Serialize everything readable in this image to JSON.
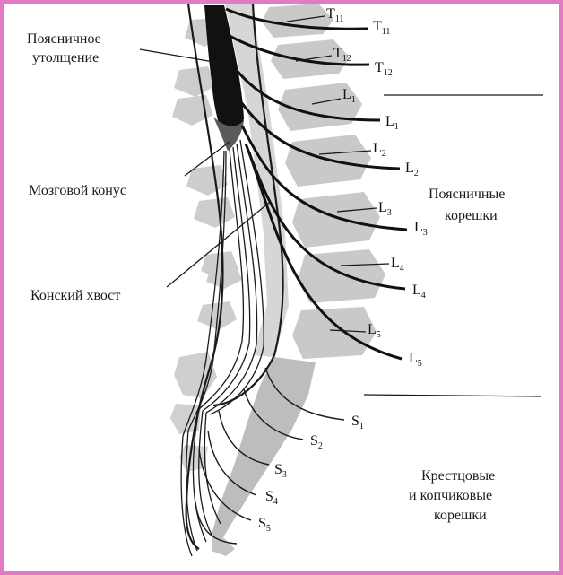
{
  "labels": {
    "lumbar_enlargement": [
      "Поясничное",
      "утолщение"
    ],
    "conus_medullaris": "Мозговой конус",
    "cauda_equina": "Конский хвост",
    "lumbar_roots": [
      "Поясничные",
      "корешки"
    ],
    "sacral_roots": [
      "Крестцовые",
      "и копчиковые",
      "корешки"
    ]
  },
  "segments": {
    "vertebrae": [
      {
        "letter": "T",
        "num": "11"
      },
      {
        "letter": "T",
        "num": "12"
      },
      {
        "letter": "L",
        "num": "1"
      },
      {
        "letter": "L",
        "num": "2"
      },
      {
        "letter": "L",
        "num": "3"
      },
      {
        "letter": "L",
        "num": "4"
      },
      {
        "letter": "L",
        "num": "5"
      }
    ],
    "roots": [
      {
        "letter": "T",
        "num": "11"
      },
      {
        "letter": "T",
        "num": "12"
      },
      {
        "letter": "L",
        "num": "1"
      },
      {
        "letter": "L",
        "num": "2"
      },
      {
        "letter": "L",
        "num": "3"
      },
      {
        "letter": "L",
        "num": "4"
      },
      {
        "letter": "L",
        "num": "5"
      }
    ],
    "sacral": [
      {
        "letter": "S",
        "num": "1"
      },
      {
        "letter": "S",
        "num": "2"
      },
      {
        "letter": "S",
        "num": "3"
      },
      {
        "letter": "S",
        "num": "4"
      },
      {
        "letter": "S",
        "num": "5"
      }
    ]
  },
  "colors": {
    "frame": "#e07bc4",
    "bone": "#c9c9c9",
    "bone_dark": "#b4b4b4",
    "cord": "#111111",
    "ink": "#1a1a1a"
  }
}
